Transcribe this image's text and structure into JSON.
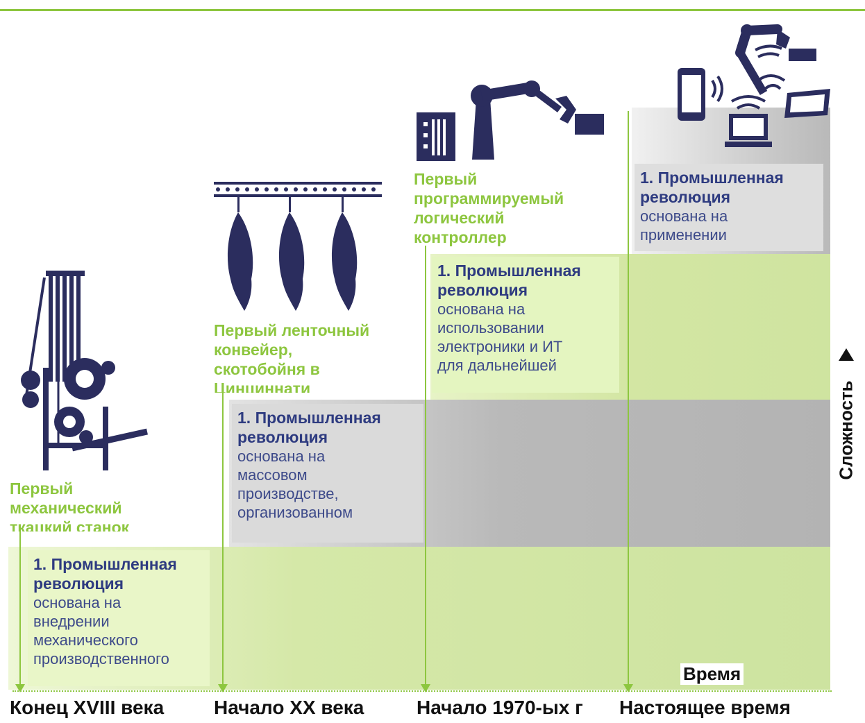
{
  "eras": [
    {
      "period": "Конец XVIII века",
      "icon": "mechanical-loom-icon",
      "caption": "Первый\nмеханический\nткацкий станок",
      "title": "1. Промышленная\nреволюция",
      "body": "основана на\nвнедрении\nмеханического\nпроизводственного"
    },
    {
      "period": "Начало XX века",
      "icon": "conveyor-carcasses-icon",
      "caption": "Первый ленточный\nконвейер,\nскотобойня в\nЦинциннати",
      "title": "1. Промышленная\nреволюция",
      "body": "основана на\nмассовом\nпроизводстве,\nорганизованном"
    },
    {
      "period": "Начало 1970-ых г",
      "icon": "robot-arm-controller-icon",
      "caption": "Первый\nпрограммируемый\nлогический\nконтроллер",
      "title": "1. Промышленная\nреволюция",
      "body": "основана на\nиспользовании\nэлектроники и ИТ\nдля дальнейшей"
    },
    {
      "period": "Настоящее время",
      "icon": "connected-devices-icon",
      "title": "1. Промышленная\nреволюция",
      "body": "основана на\nприменении"
    }
  ],
  "axes": {
    "x_label": "Время",
    "y_label": "Сложность"
  },
  "colors": {
    "accent_green": "#8dc63f",
    "navy": "#2e3b80",
    "grey_band": "#b9b9b9"
  }
}
